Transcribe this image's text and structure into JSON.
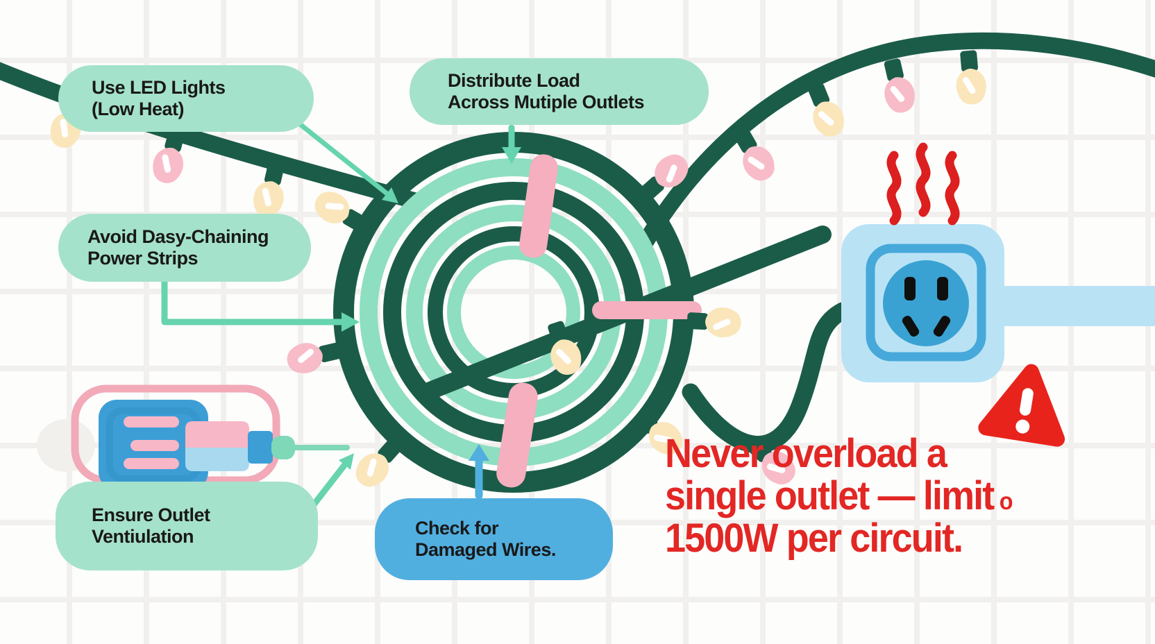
{
  "callouts": {
    "use_led": {
      "line1": "Use LED Lights",
      "line2": "(Low Heat)"
    },
    "distribute_load": {
      "line1": "Distribute Load",
      "line2": "Across Mutiple Outlets"
    },
    "avoid_daisy_chaining": {
      "line1": "Avoid Dasy-Chaining",
      "line2": "Power Strips"
    },
    "ensure_ventilation": {
      "line1": "Ensure Outlet",
      "line2": "Ventiulation"
    },
    "check_wires": {
      "line1": "Check for",
      "line2": "Damaged Wires."
    }
  },
  "headline": {
    "line1": "Never overload a",
    "line2": "single outlet — limit",
    "line2_suffix": "o",
    "line3": "1500W per circuit."
  },
  "icons": {
    "heat_waves": "three red wavy heat lines above outlet",
    "warning_triangle": "red rounded triangle with white exclamation mark",
    "outlet": "light blue wall outlet with round blue socket and black pin slots",
    "cable_coil": "coiled green light string with pink tape bands",
    "light_string": "green wire garland with cream and pink bulbs",
    "power_plug": "blue adapter plug with pink prongs inside pink outline"
  },
  "colors": {
    "background": "#fdfdfc",
    "grid_line": "#f1f0ee",
    "wire_green": "#1b5c48",
    "coil_mint": "#8edec1",
    "bubble_mint": "#a5e2cb",
    "bubble_blue": "#51afdf",
    "arrow_mint": "#66d4ae",
    "bulb_cream": "#fae6ba",
    "bulb_pink": "#f8bcc8",
    "tape_pink": "#f5afbf",
    "plug_blue": "#3d9ed6",
    "plug_outline_pink": "#f2a9b8",
    "plug_lightblue": "#a9d9ef",
    "outlet_lightblue": "#b9e3f5",
    "outlet_border_blue": "#47a8da",
    "outlet_circle_blue": "#3aa2d2",
    "slot_black": "#0f0f0f",
    "alert_red": "#e8231c",
    "headline_red": "#e22724",
    "text_dark": "#191919"
  }
}
